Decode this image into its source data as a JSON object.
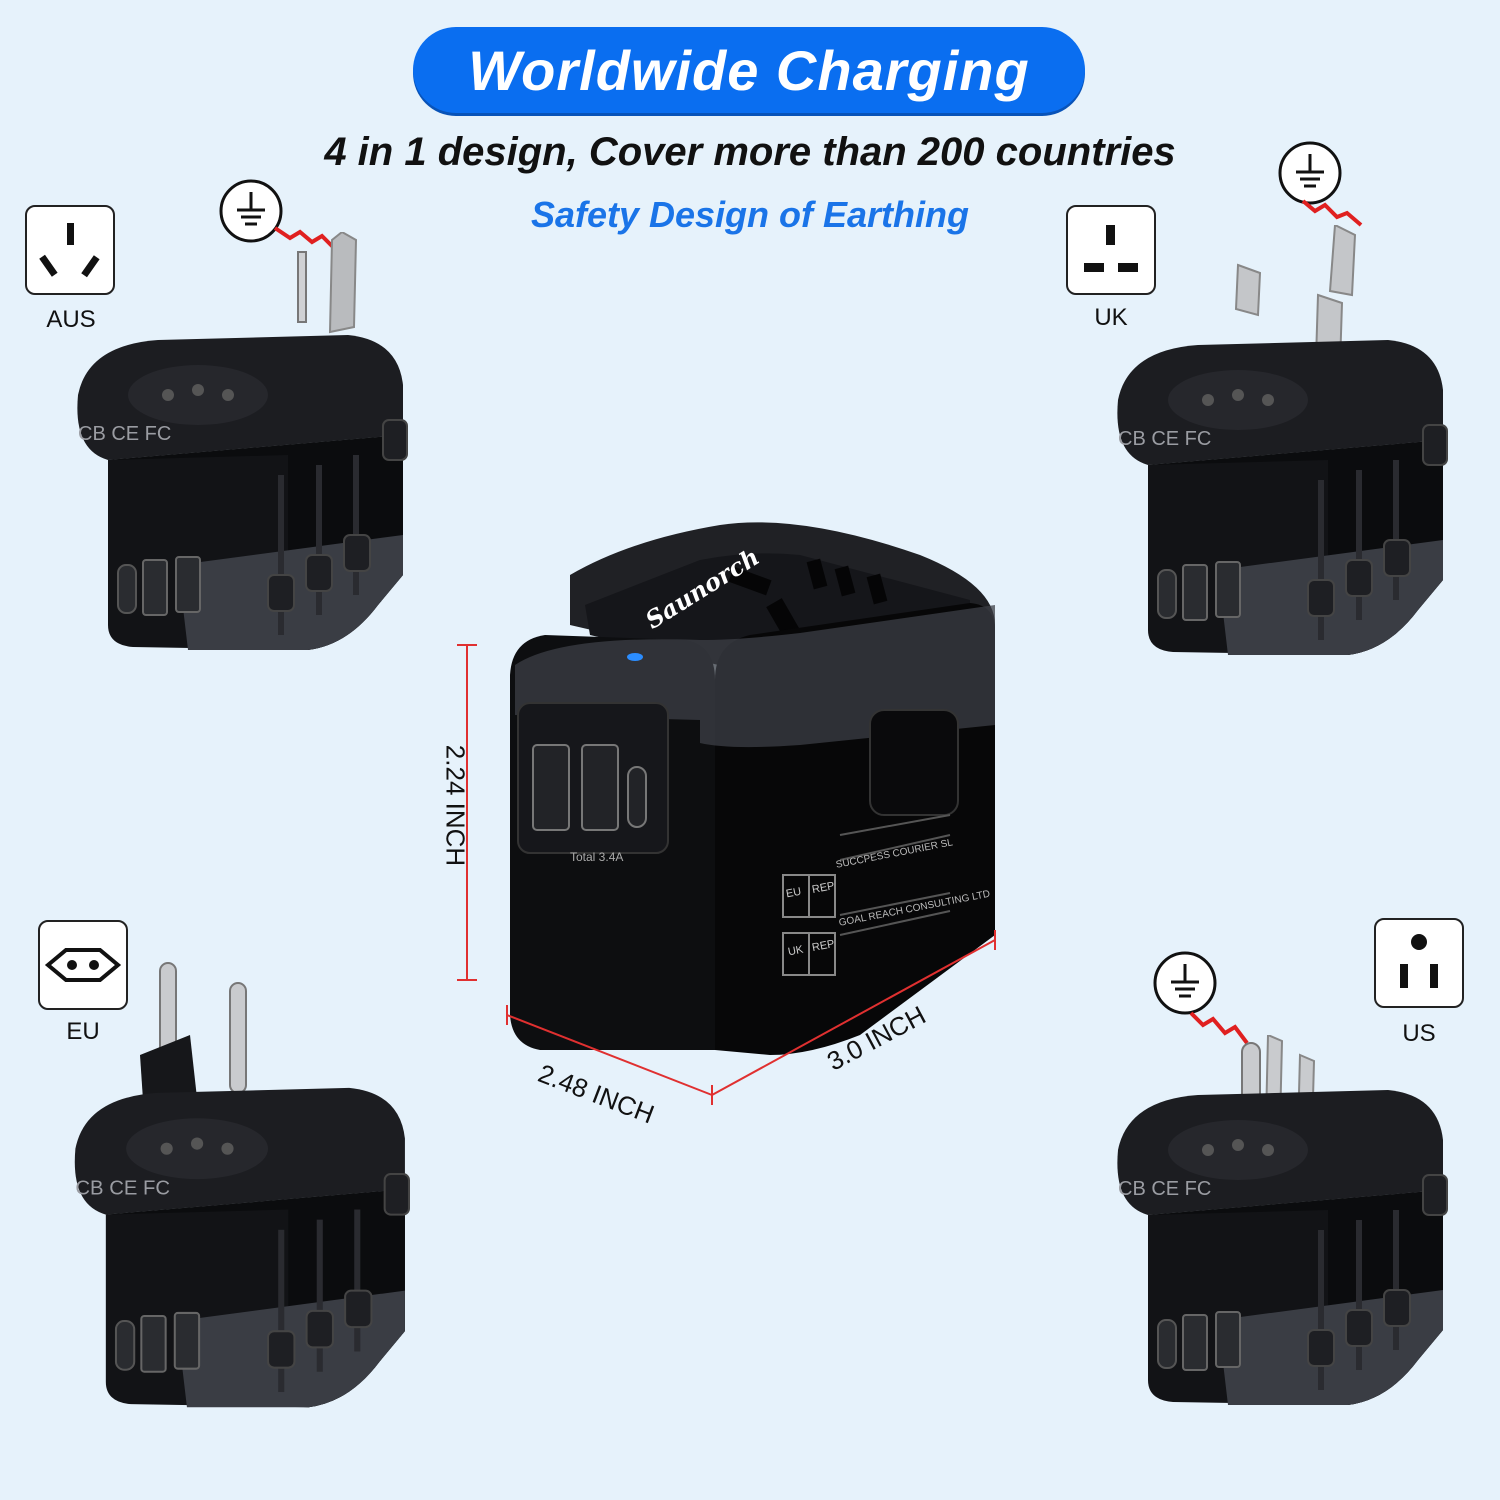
{
  "header": {
    "title": "Worldwide Charging",
    "subtitle": "4 in 1 design, Cover more than 200 countries",
    "safety_note": "Safety Design of Earthing"
  },
  "regions": {
    "aus": "AUS",
    "uk": "UK",
    "eu": "EU",
    "us": "US"
  },
  "dimensions": {
    "height": "2.24 INCH",
    "depth": "2.48 INCH",
    "width": "3.0 INCH"
  },
  "product": {
    "brand": "Saunorch",
    "usb_output": "Total 3.4A",
    "eu_rep_label": "EU",
    "eu_rep_tag": "REP",
    "uk_rep_label": "UK",
    "uk_rep_tag": "REP",
    "eu_rep_company": "SUCCPESS COURIER SL",
    "uk_rep_company": "GOAL REACH CONSULTING LTD"
  },
  "colors": {
    "accent": "#0a6ef0",
    "background": "#e6f2fb",
    "dimension_line": "#e03030",
    "device_body": "#16171a"
  },
  "icons": [
    "ground-icon",
    "aus-socket-icon",
    "uk-socket-icon",
    "eu-socket-icon",
    "us-socket-icon"
  ]
}
